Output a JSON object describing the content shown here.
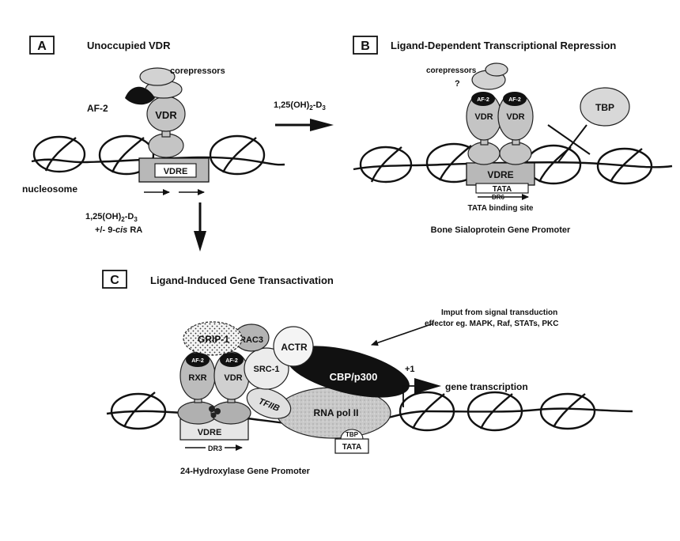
{
  "panels": {
    "a": {
      "letter": "A",
      "title": "Unoccupied VDR",
      "corepressors": "corepressors",
      "af2": "AF-2",
      "vdr": "VDR",
      "vdre": "VDRE",
      "nucleosome": "nucleosome"
    },
    "arrow_ab": {
      "ligand_prefix": "1,25(OH)",
      "ligand_sub1": "2",
      "ligand_mid": "-D",
      "ligand_sub2": "3"
    },
    "arrow_ac": {
      "ligand_prefix": "1,25(OH)",
      "ligand_sub1": "2",
      "ligand_mid": "-D",
      "ligand_sub2": "3",
      "ra_prefix": "+/- 9-",
      "ra_italic": "cis",
      "ra_suffix": " RA"
    },
    "b": {
      "letter": "B",
      "title": "Ligand-Dependent Transcriptional Repression",
      "corepressors": "corepressors",
      "question": "?",
      "af2_left": "AF-2",
      "af2_right": "AF-2",
      "vdr_left": "VDR",
      "vdr_right": "VDR",
      "tbp": "TBP",
      "vdre": "VDRE",
      "tata": "TATA",
      "dr6": "DR6",
      "tata_binding_site": "TATA binding site",
      "promoter": "Bone Sialoprotein Gene Promoter"
    },
    "c": {
      "letter": "C",
      "title": "Ligand-Induced Gene Transactivation",
      "grip1": "GRIP-1",
      "rac3": "RAC3",
      "actr": "ACTR",
      "af2_left": "AF-2",
      "af2_right": "AF-2",
      "rxr": "RXR",
      "vdr": "VDR",
      "src1": "SRC-1",
      "cbp": "CBP/p300",
      "tfiib": "TFIIB",
      "rna_pol": "RNA pol II",
      "tbp": "TBP",
      "tata": "TATA",
      "vdre": "VDRE",
      "dr3": "DR3",
      "plus_one": "+1",
      "gene_transcription": "gene transcription",
      "input_line1": "Imput from  signal transduction",
      "input_line2": "effector eg. MAPK, Raf, STATs, PKC",
      "promoter": "24-Hydroxylase Gene Promoter"
    }
  },
  "colors": {
    "protein_gray": "#c4c4c4",
    "dark": "#111111",
    "stipple_bg": "#f2f2f2"
  }
}
